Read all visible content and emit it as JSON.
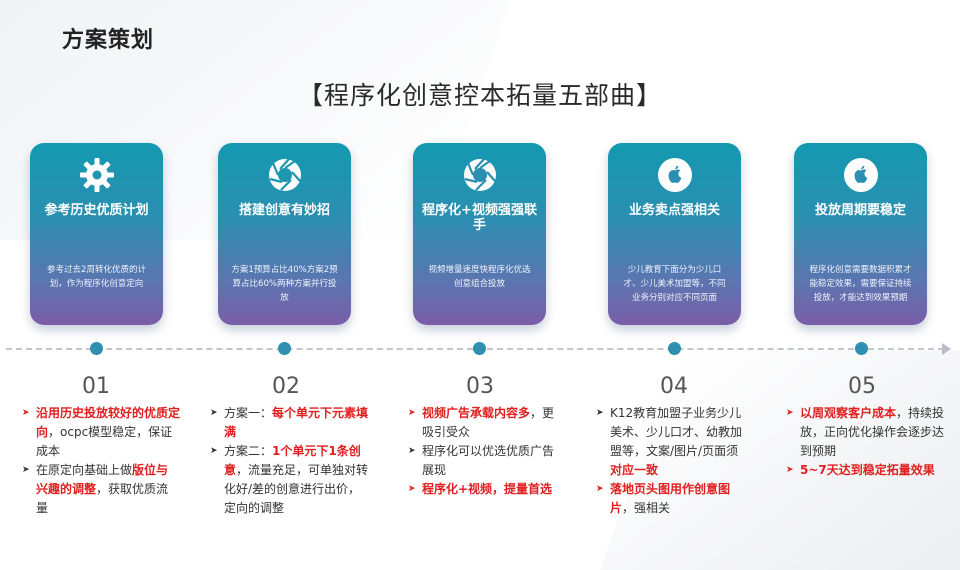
{
  "page_title": "方案策划",
  "headline": "【程序化创意控本拓量五部曲】",
  "colors": {
    "accent_teal": "#1499b0",
    "accent_purple": "#7a5ea8",
    "highlight_red": "#e02020"
  },
  "cards": [
    {
      "icon": "gear-icon",
      "title": "参考历史优质计划",
      "desc": "参考过去2周转化优质的计划，作为程序化创意定向"
    },
    {
      "icon": "aperture-icon",
      "title": "搭建创意有妙招",
      "desc": "方案1预算占比40%方案2预算占比60%两种方案并行投放"
    },
    {
      "icon": "aperture-icon",
      "title": "程序化+视频强强联手",
      "desc": "视频增量速度快程序化优选创意组合投放"
    },
    {
      "icon": "apple-icon",
      "title": "业务卖点强相关",
      "desc": "少儿教育下面分为少儿口才、少儿美术加盟等，不同业务分别对应不同页面"
    },
    {
      "icon": "apple-icon",
      "title": "投放周期要稳定",
      "desc": "程序化创意需要数据积累才能稳定效果，需要保证持续投放，才能达到效果预期"
    }
  ],
  "steps": [
    {
      "number": "01",
      "notes": [
        {
          "marker": "red",
          "parts": [
            {
              "t": "沿用历史投放较好的优质定向",
              "red": true
            },
            {
              "t": "，ocpc模型稳定，保证成本",
              "red": false
            }
          ]
        },
        {
          "marker": "dark",
          "parts": [
            {
              "t": "在原定向基础上做",
              "red": false
            },
            {
              "t": "版位与兴趣的调整",
              "red": true
            },
            {
              "t": "，获取优质流量",
              "red": false
            }
          ]
        }
      ]
    },
    {
      "number": "02",
      "notes": [
        {
          "marker": "dark",
          "parts": [
            {
              "t": "方案一：",
              "red": false
            },
            {
              "t": "每个单元下元素填满",
              "red": true
            }
          ]
        },
        {
          "marker": "dark",
          "parts": [
            {
              "t": "方案二：",
              "red": false
            },
            {
              "t": "1个单元下1条创意",
              "red": true
            },
            {
              "t": "，流量充足，可单独对转化好/差的创意进行出价，定向的调整",
              "red": false
            }
          ]
        }
      ]
    },
    {
      "number": "03",
      "notes": [
        {
          "marker": "red",
          "parts": [
            {
              "t": "视频广告承载内容多",
              "red": true
            },
            {
              "t": "，更吸引受众",
              "red": false
            }
          ]
        },
        {
          "marker": "dark",
          "parts": [
            {
              "t": "程序化可以优选优质广告展现",
              "red": false
            }
          ]
        },
        {
          "marker": "red",
          "parts": [
            {
              "t": "程序化+视频，提量首选",
              "red": true
            }
          ]
        }
      ]
    },
    {
      "number": "04",
      "notes": [
        {
          "marker": "dark",
          "parts": [
            {
              "t": "K12教育加盟子业务少儿美术、少儿口才、幼教加盟等，文案/图片/页面须",
              "red": false
            },
            {
              "t": "对应一致",
              "red": true
            }
          ]
        },
        {
          "marker": "red",
          "parts": [
            {
              "t": "落地页头图用作创意图片",
              "red": true
            },
            {
              "t": "，强相关",
              "red": false
            }
          ]
        }
      ]
    },
    {
      "number": "05",
      "notes": [
        {
          "marker": "red",
          "parts": [
            {
              "t": "以周观察客户成本",
              "red": true
            },
            {
              "t": "，持续投放，正向优化操作会逐步达到预期",
              "red": false
            }
          ]
        },
        {
          "marker": "red",
          "parts": [
            {
              "t": "5~7天达到稳定拓量效果",
              "red": true
            }
          ]
        }
      ]
    }
  ]
}
